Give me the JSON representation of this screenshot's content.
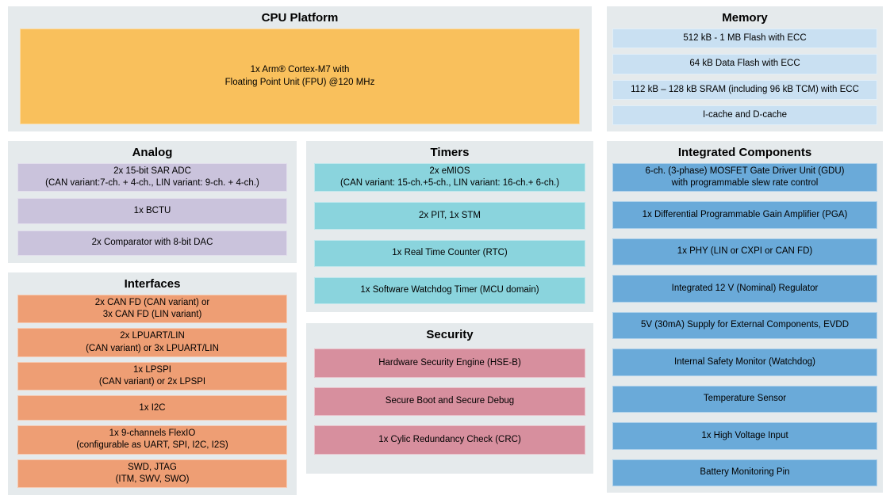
{
  "colors": {
    "panel_background": "#e5eaec",
    "text": "#000000",
    "cpu_block": "#f9c05c",
    "memory_block": "#c9e0f2",
    "analog_block": "#cac3dc",
    "timers_block": "#8ad4dd",
    "security_block": "#d78f9e",
    "interfaces_block": "#ee9e74",
    "integrated_block": "#6aaad9"
  },
  "panels": {
    "cpu": {
      "title": "CPU Platform",
      "color": "#f9c05c",
      "items": [
        "1x Arm® Cortex-M7 with\nFloating Point Unit (FPU) @120 MHz"
      ]
    },
    "memory": {
      "title": "Memory",
      "color": "#c9e0f2",
      "items": [
        "512 kB - 1 MB Flash with ECC",
        "64 kB Data Flash with ECC",
        "112 kB – 128 kB SRAM (including 96 kB TCM) with ECC",
        "I-cache and D-cache"
      ]
    },
    "analog": {
      "title": "Analog",
      "color": "#cac3dc",
      "items": [
        "2x 15-bit SAR ADC\n(CAN variant:7-ch. + 4-ch., LIN variant: 9-ch. + 4-ch.)",
        "1x BCTU",
        "2x Comparator with 8-bit DAC"
      ]
    },
    "interfaces": {
      "title": "Interfaces",
      "color": "#ee9e74",
      "items": [
        "2x CAN FD (CAN variant) or\n3x CAN FD (LIN variant)",
        "2x LPUART/LIN\n(CAN variant) or 3x LPUART/LIN",
        "1x LPSPI\n(CAN variant) or 2x LPSPI",
        "1x I2C",
        "1x 9-channels FlexIO\n(configurable as UART, SPI, I2C, I2S)",
        "SWD, JTAG\n(ITM, SWV, SWO)"
      ]
    },
    "timers": {
      "title": "Timers",
      "color": "#8ad4dd",
      "items": [
        "2x eMIOS\n(CAN variant: 15-ch.+5-ch., LIN variant: 16-ch.+ 6-ch.)",
        "2x PIT, 1x STM",
        "1x Real Time Counter (RTC)",
        "1x Software Watchdog Timer (MCU domain)"
      ]
    },
    "security": {
      "title": "Security",
      "color": "#d78f9e",
      "items": [
        "Hardware Security Engine (HSE-B)",
        "Secure Boot and Secure Debug",
        "1x Cylic Redundancy Check (CRC)"
      ]
    },
    "integrated": {
      "title": "Integrated Components",
      "color": "#6aaad9",
      "items": [
        "6-ch. (3-phase) MOSFET Gate Driver Unit (GDU)\nwith programmable slew rate control",
        "1x Differential Programmable Gain Amplifier (PGA)",
        "1x PHY (LIN or CXPI or CAN FD)",
        "Integrated 12 V (Nominal) Regulator",
        "5V (30mA) Supply for External Components, EVDD",
        "Internal Safety Monitor (Watchdog)",
        "Temperature Sensor",
        "1x High Voltage Input",
        "Battery Monitoring Pin"
      ]
    }
  }
}
